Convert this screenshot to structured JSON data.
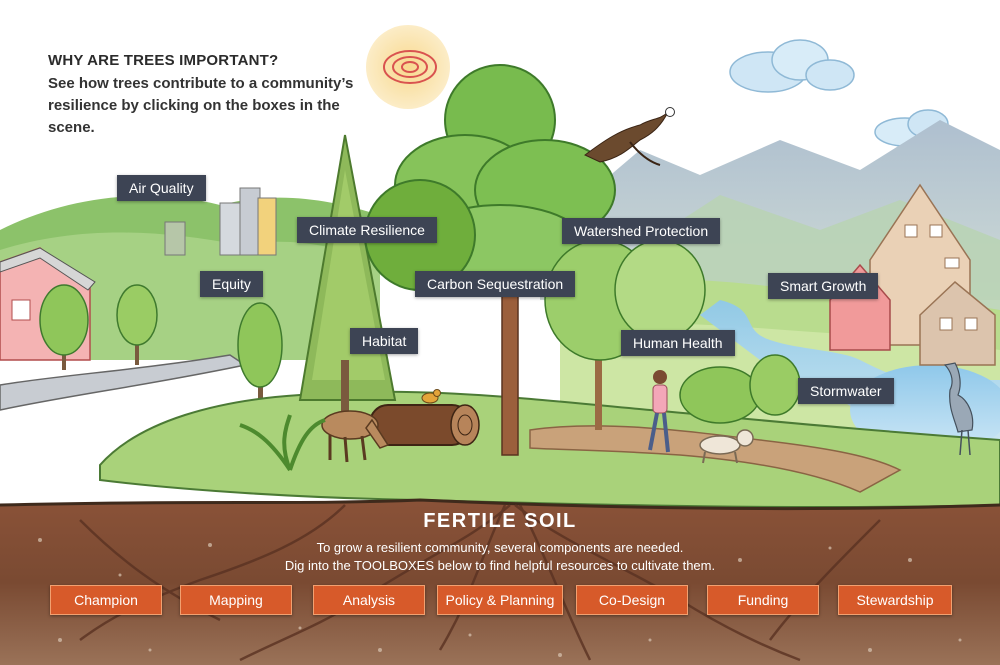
{
  "intro": {
    "heading": "WHY ARE TREES IMPORTANT?",
    "body_line1": "See how trees contribute to a community’s",
    "body_line2": "resilience by clicking on the boxes in the scene."
  },
  "scene_boxes": {
    "air_quality": "Air Quality",
    "climate_resilience": "Climate Resilience",
    "watershed_protection": "Watershed Protection",
    "equity": "Equity",
    "carbon_sequestration": "Carbon Sequestration",
    "smart_growth": "Smart Growth",
    "habitat": "Habitat",
    "human_health": "Human Health",
    "stormwater": "Stormwater"
  },
  "soil": {
    "title": "FERTILE SOIL",
    "line1": "To grow a resilient community, several components are needed.",
    "line2": "Dig into the TOOLBOXES below to find helpful resources to cultivate them."
  },
  "toolboxes": {
    "champion": "Champion",
    "mapping": "Mapping",
    "analysis": "Analysis",
    "policy_planning": "Policy & Planning",
    "co_design": "Co-Design",
    "funding": "Funding",
    "stewardship": "Stewardship"
  },
  "colors": {
    "label_box": "#3d4454",
    "toolbox_button": "#d75a2a",
    "soil": "#7a4a32",
    "foliage": "#6fae3c"
  },
  "icons": [
    "sun-icon",
    "eagle-icon",
    "cloud-icon",
    "deer-icon",
    "heron-icon",
    "dog-icon",
    "person-icon",
    "bird-icon"
  ]
}
